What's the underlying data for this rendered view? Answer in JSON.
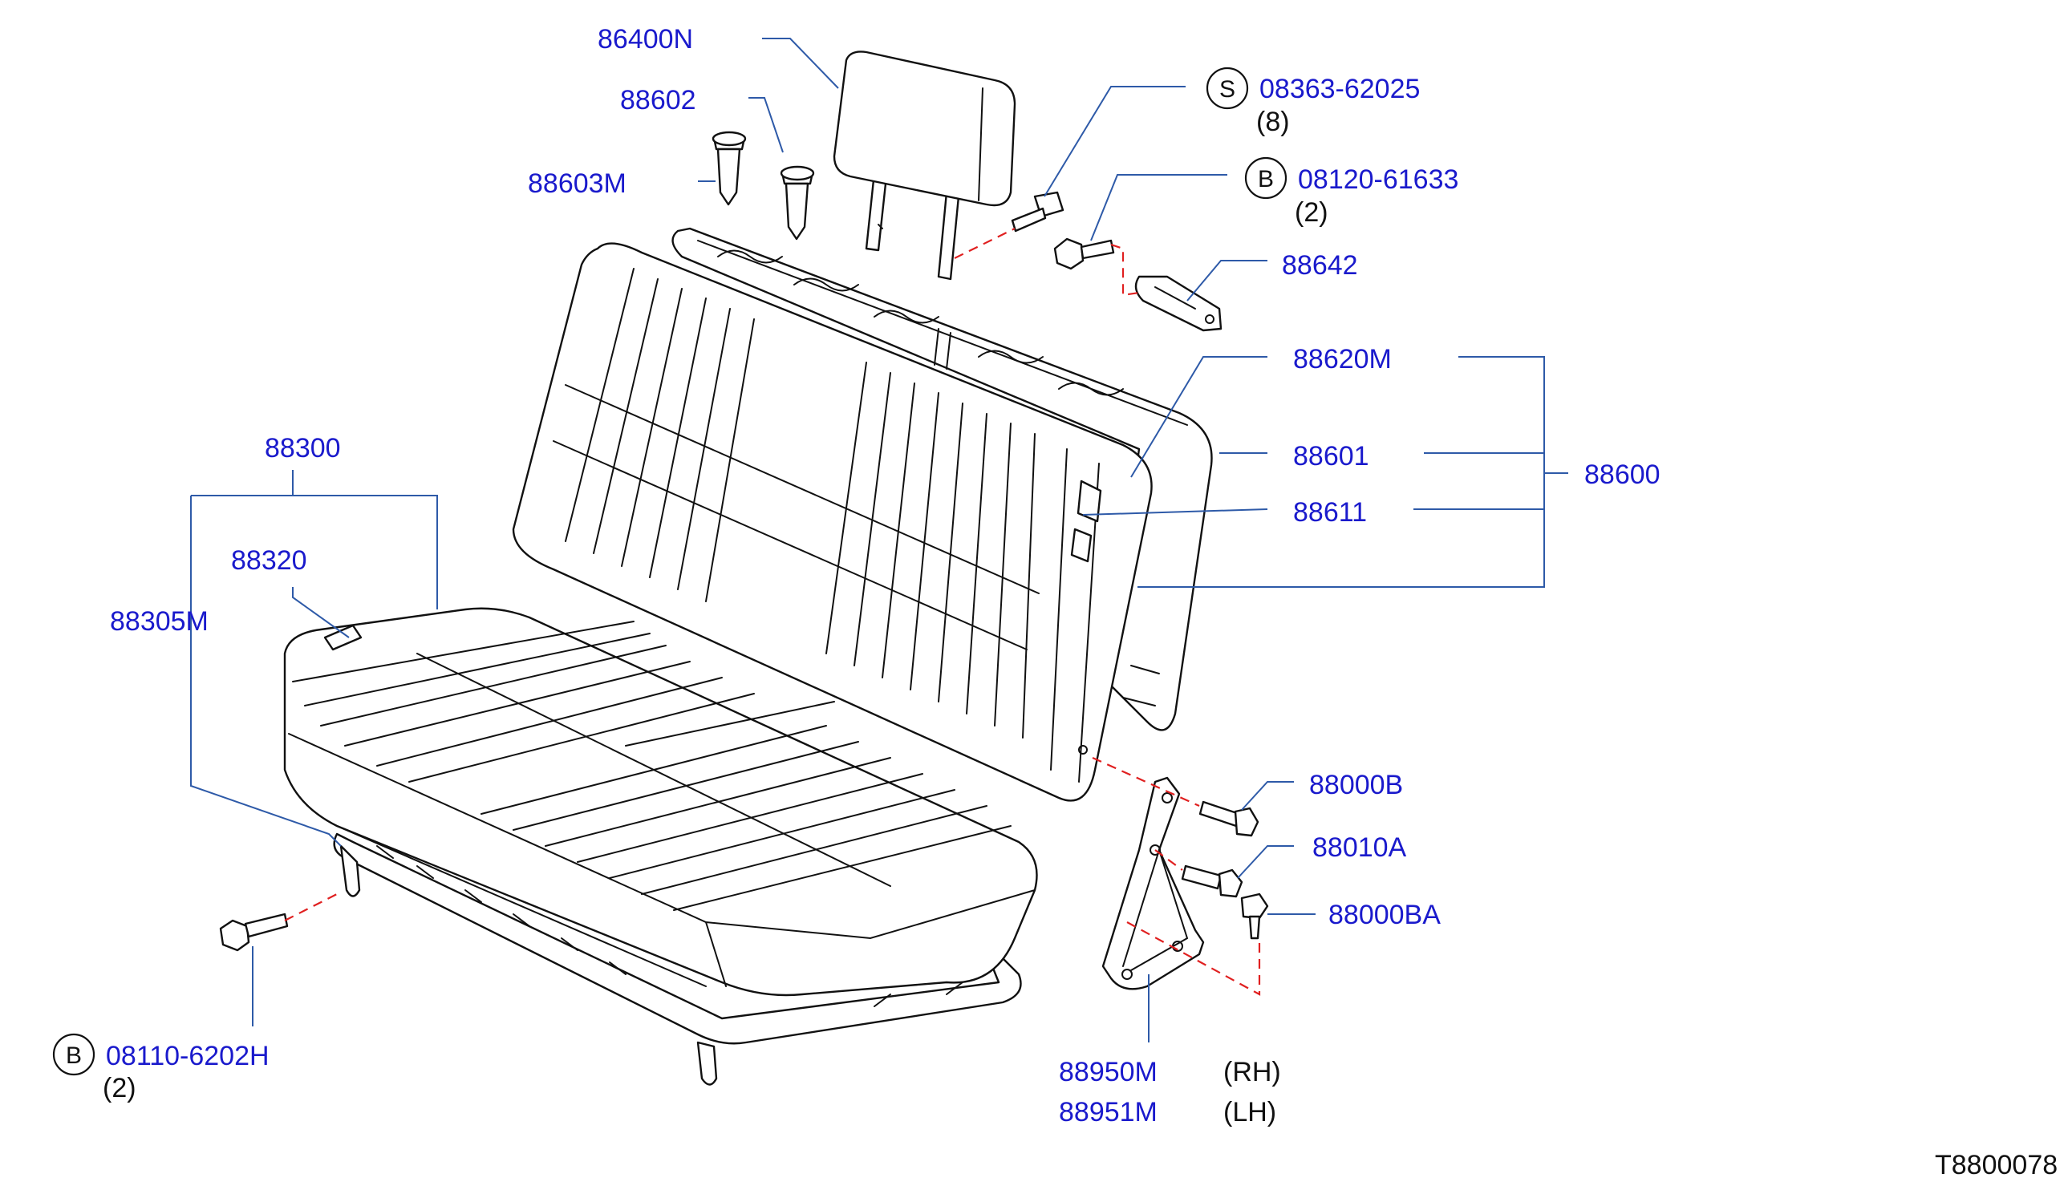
{
  "labels": {
    "p86400N": "86400N",
    "p88602": "88602",
    "p88603M": "88603M",
    "s_bolt": "08363-62025",
    "s_bolt_qty": "(8)",
    "b_bolt_top": "08120-61633",
    "b_bolt_top_qty": "(2)",
    "p88642": "88642",
    "p88620M": "88620M",
    "p88601": "88601",
    "p88611": "88611",
    "p88600": "88600",
    "p88300": "88300",
    "p88320": "88320",
    "p88305M": "88305M",
    "p88000B": "88000B",
    "p88010A": "88010A",
    "p88000BA": "88000BA",
    "b_bolt_bottom": "08110-6202H",
    "b_bolt_bottom_qty": "(2)",
    "p88950M": "88950M",
    "rh": "(RH)",
    "p88951M": "88951M",
    "lh": "(LH)",
    "ref": "T8800078"
  },
  "symbols": {
    "s": "S",
    "b": "B"
  },
  "colors": {
    "part_number": "#1a1acc",
    "leader": "#2e5aa8",
    "fastener_path": "#e02020",
    "outline": "#111111"
  }
}
